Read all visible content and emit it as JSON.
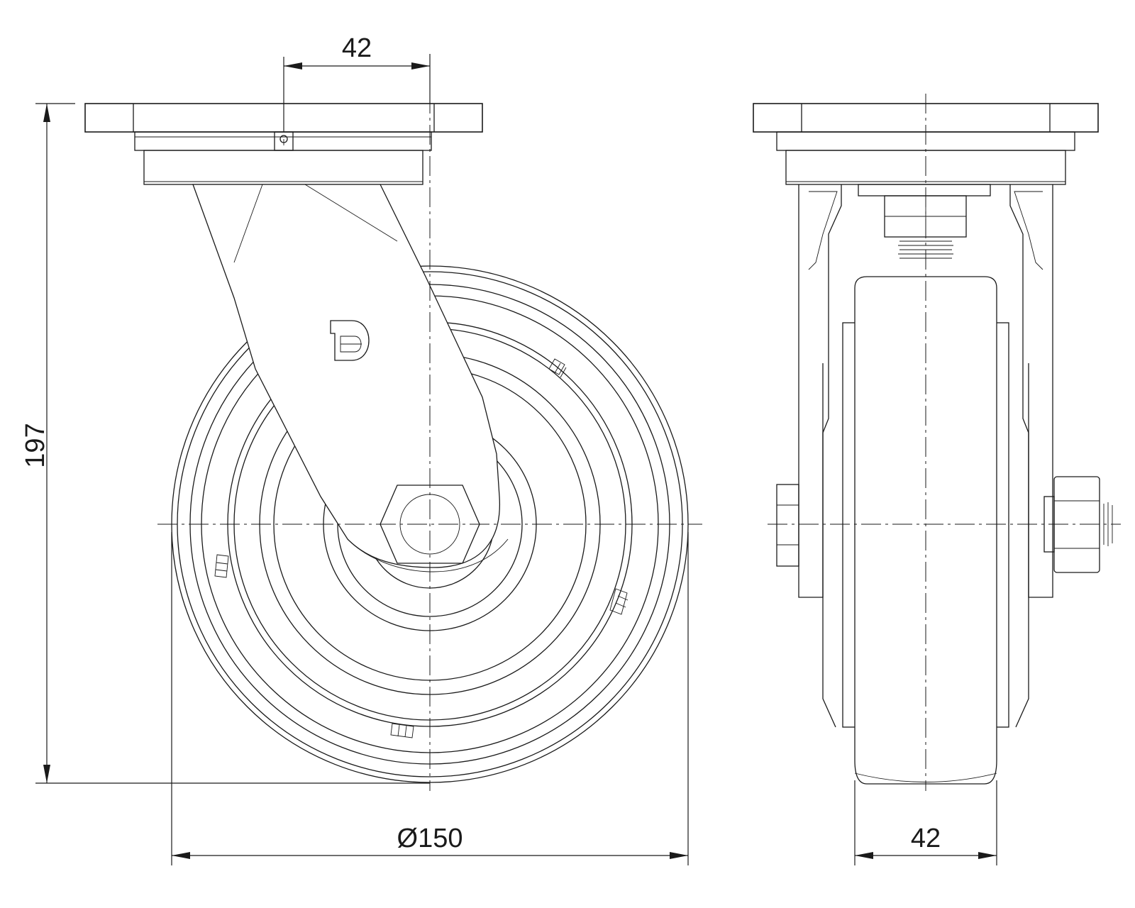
{
  "dimensions": {
    "pivot_offset": "42",
    "overall_height": "197",
    "wheel_diameter": "Ø150",
    "wheel_width": "42"
  },
  "colors": {
    "line": "#1a1a1a",
    "background": "#ffffff"
  }
}
